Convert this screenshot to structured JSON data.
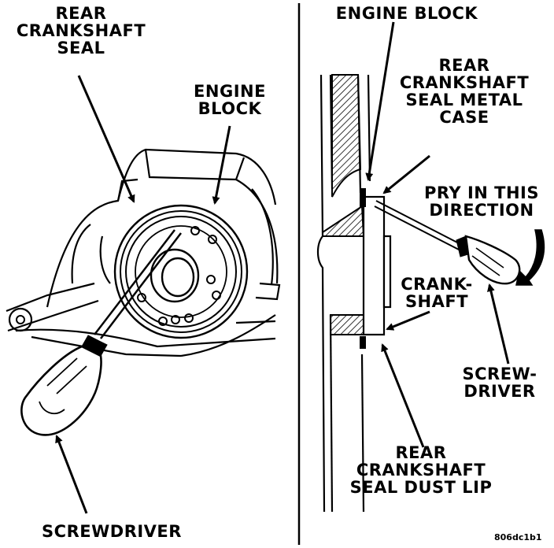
{
  "left_panel": {
    "rear_crankshaft_seal": [
      "REAR",
      "CRANKSHAFT",
      "SEAL"
    ],
    "engine_block": [
      "ENGINE",
      "BLOCK"
    ],
    "screwdriver": [
      "SCREWDRIVER"
    ]
  },
  "right_panel": {
    "engine_block": [
      "ENGINE BLOCK"
    ],
    "seal_metal_case": [
      "REAR",
      "CRANKSHAFT",
      "SEAL METAL",
      "CASE"
    ],
    "pry_direction": [
      "PRY IN THIS",
      "DIRECTION"
    ],
    "crankshaft": [
      "CRANK-",
      "SHAFT"
    ],
    "screwdriver": [
      "SCREW-",
      "DRIVER"
    ],
    "dust_lip": [
      "REAR",
      "CRANKSHAFT",
      "SEAL DUST LIP"
    ]
  },
  "figure_code": "806dc1b1"
}
